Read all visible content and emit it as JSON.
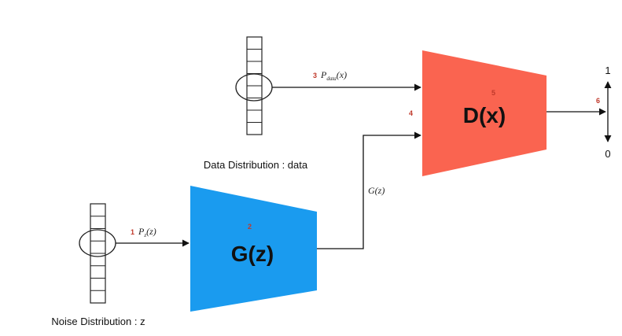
{
  "diagram": {
    "data_label": "Data Distribution : data",
    "noise_label": "Noise Distribution : z",
    "generator_label": "G(z)",
    "discriminator_label": "D(x)",
    "edge_pdata": {
      "number": "3",
      "symbol": "P",
      "subscript": "data",
      "arg": "(x)"
    },
    "edge_pz": {
      "number": "1",
      "symbol": "P",
      "subscript": "z",
      "arg": "(z)"
    },
    "edge_gz": "G(z)",
    "step_generator": "2",
    "step_discriminator_input": "4",
    "step_discriminator": "5",
    "step_output": "6",
    "output_top": "1",
    "output_bottom": "0",
    "colors": {
      "generator": "#1a9bef",
      "discriminator": "#fa6450",
      "step_numbers": "#c0392b"
    }
  }
}
